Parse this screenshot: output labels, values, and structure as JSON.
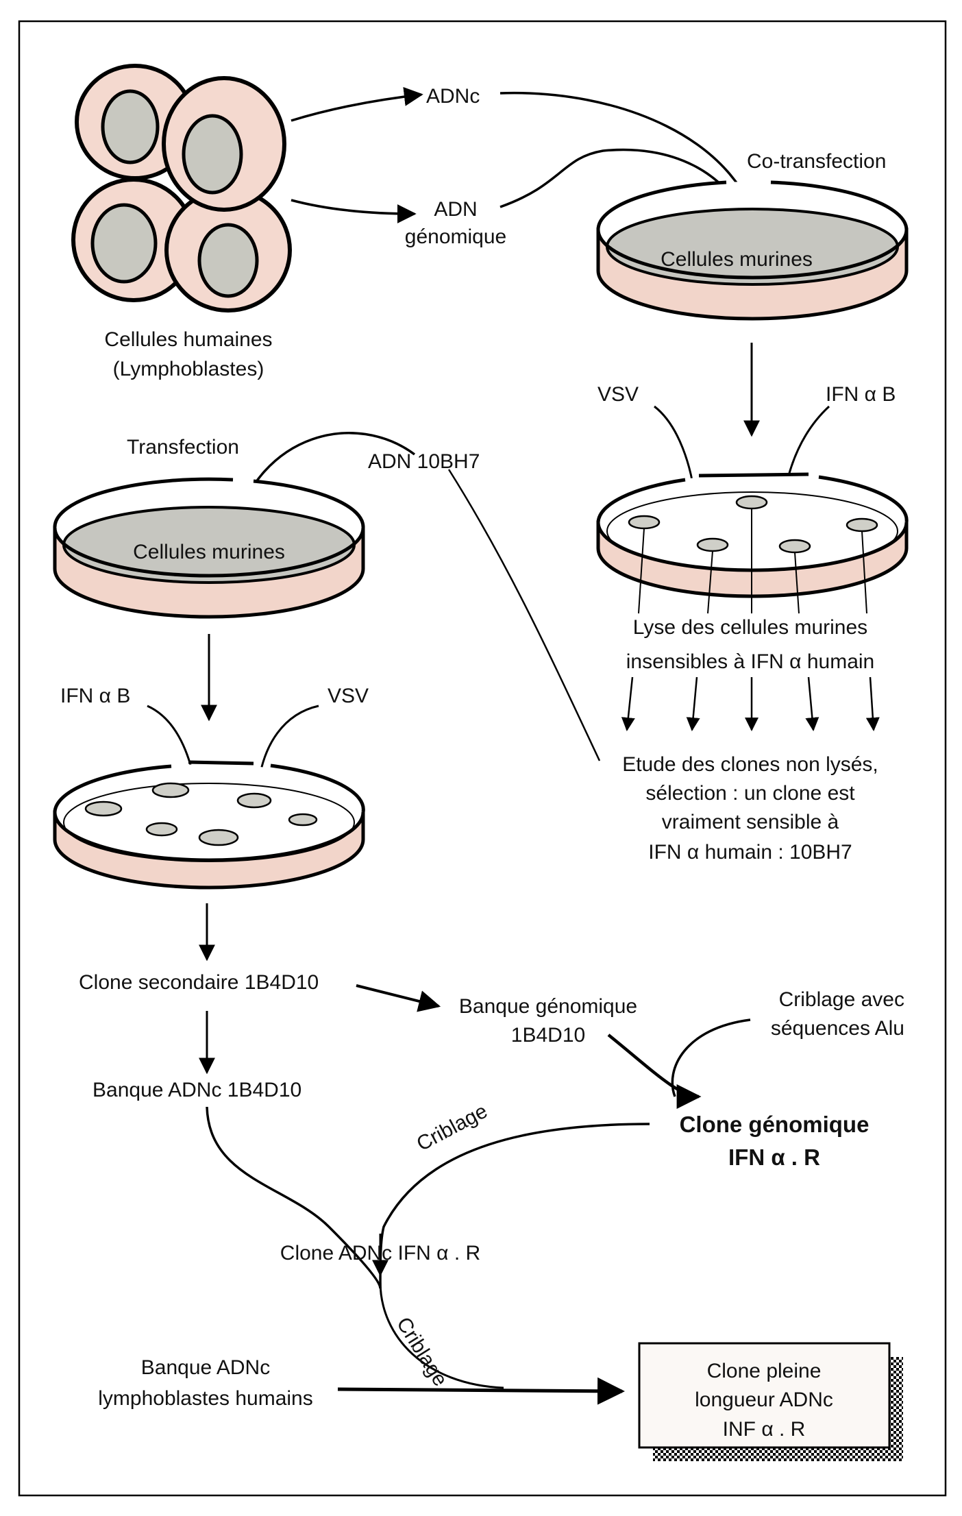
{
  "colors": {
    "cytoplasm": "#f4d9cf",
    "nucleus": "#c8c8c0",
    "dish_base": "#f2d5ca",
    "dish_medium": "#c6c6c0",
    "colony": "#cfcfc8",
    "ink": "#000000"
  },
  "top": {
    "cells_caption_1": "Cellules humaines",
    "cells_caption_2": "(Lymphoblastes)",
    "adnc": "ADNc",
    "adn_genomique_1": "ADN",
    "adn_genomique_2": "génomique",
    "cotransfection": "Co-transfection",
    "dish1_label": "Cellules murines"
  },
  "right_branch": {
    "vsv": "VSV",
    "ifn_b": "IFN α B",
    "lyse_1": "Lyse des cellules murines",
    "lyse_2": "insensibles à IFN α humain",
    "etude_1": "Etude des clones non lysés,",
    "etude_2": "sélection : un clone est",
    "etude_3": "vraiment sensible à",
    "etude_4": "IFN α humain : 10BH7"
  },
  "left_branch": {
    "transfection": "Transfection",
    "adn_10bh7": "ADN 10BH7",
    "dish_label": "Cellules murines",
    "ifn_b": "IFN α B",
    "vsv": "VSV"
  },
  "bottom": {
    "clone_secondaire": "Clone secondaire 1B4D10",
    "banque_genomique_1": "Banque génomique",
    "banque_genomique_2": "1B4D10",
    "criblage_alu_1": "Criblage avec",
    "criblage_alu_2": "séquences Alu",
    "banque_adnc": "Banque ADNc 1B4D10",
    "criblage_1": "Criblage",
    "clone_genomique_1": "Clone génomique",
    "clone_genomique_2": "IFN α . R",
    "clone_adnc": "Clone ADNc IFN α . R",
    "criblage_2": "Criblage",
    "banque_lympho_1": "Banque ADNc",
    "banque_lympho_2": "lymphoblastes humains",
    "final_1": "Clone pleine",
    "final_2": "longueur ADNc",
    "final_3": "INF α . R"
  }
}
